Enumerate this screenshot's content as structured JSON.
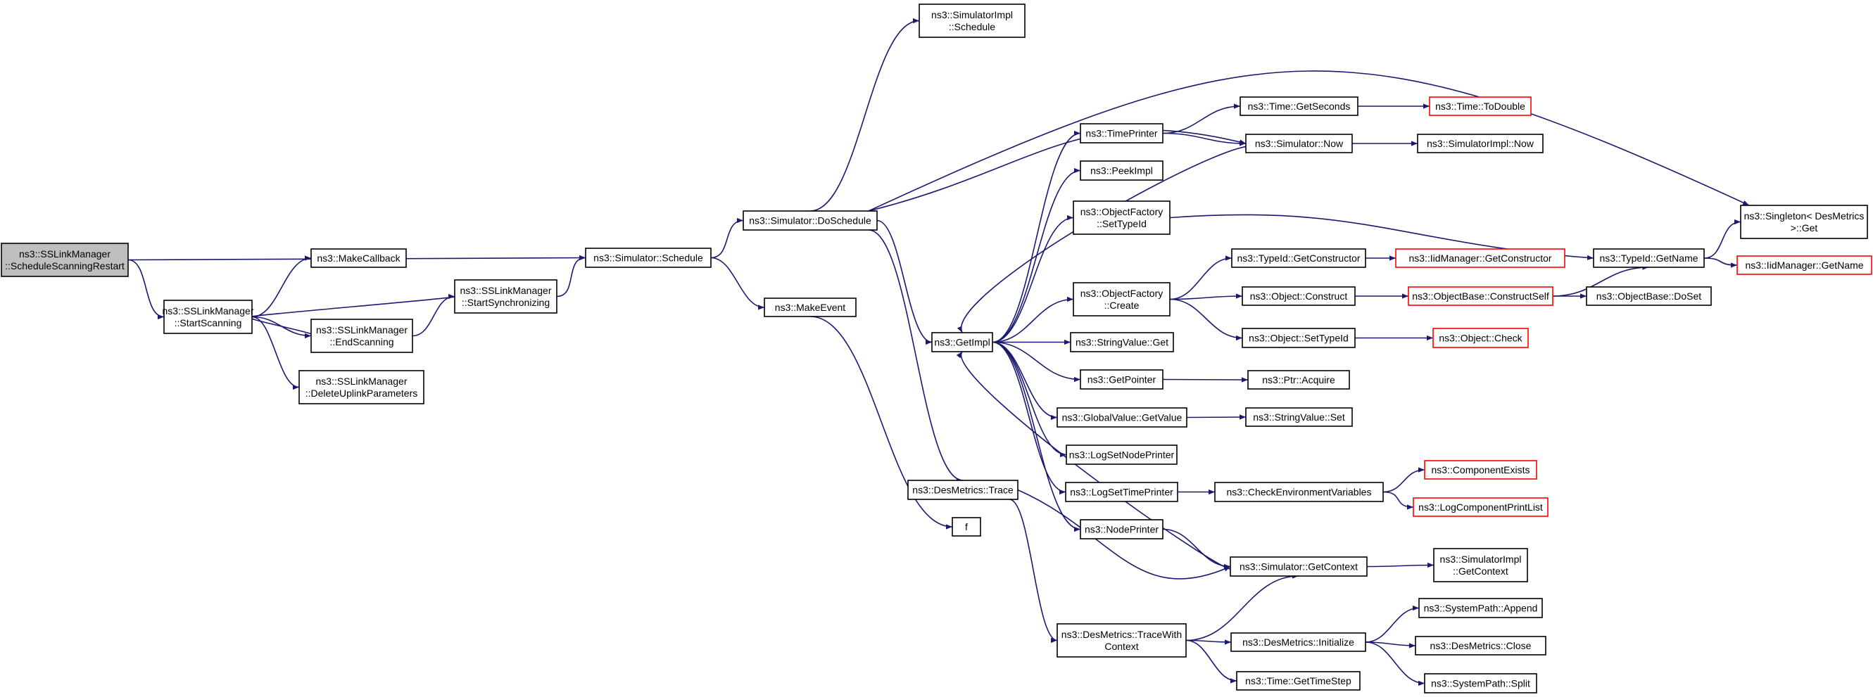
{
  "colors": {
    "edge": "#191970",
    "node_border": "#000000",
    "missing_border": "#ff0000",
    "root_fill": "#bfbfbf",
    "background": "#ffffff"
  },
  "nodes": [
    {
      "id": "schedule_scanning_restart",
      "lines": [
        "ns3::SSLinkManager",
        "::ScheduleScanningRestart"
      ],
      "style": "root"
    },
    {
      "id": "start_scanning",
      "lines": [
        "ns3::SSLinkManager",
        "::StartScanning"
      ],
      "style": "normal"
    },
    {
      "id": "make_callback",
      "lines": [
        "ns3::MakeCallback"
      ],
      "style": "normal"
    },
    {
      "id": "end_scanning",
      "lines": [
        "ns3::SSLinkManager",
        "::EndScanning"
      ],
      "style": "normal"
    },
    {
      "id": "delete_uplink",
      "lines": [
        "ns3::SSLinkManager",
        "::DeleteUplinkParameters"
      ],
      "style": "normal"
    },
    {
      "id": "start_sync",
      "lines": [
        "ns3::SSLinkManager",
        "::StartSynchronizing"
      ],
      "style": "normal"
    },
    {
      "id": "sim_schedule",
      "lines": [
        "ns3::Simulator::Schedule"
      ],
      "style": "normal"
    },
    {
      "id": "sim_doschedule",
      "lines": [
        "ns3::Simulator::DoSchedule"
      ],
      "style": "normal"
    },
    {
      "id": "make_event",
      "lines": [
        "ns3::MakeEvent"
      ],
      "style": "normal"
    },
    {
      "id": "simimpl_schedule",
      "lines": [
        "ns3::SimulatorImpl",
        "::Schedule"
      ],
      "style": "normal"
    },
    {
      "id": "get_impl",
      "lines": [
        "ns3::GetImpl"
      ],
      "style": "normal"
    },
    {
      "id": "des_trace",
      "lines": [
        "ns3::DesMetrics::Trace"
      ],
      "style": "normal"
    },
    {
      "id": "f",
      "lines": [
        "f"
      ],
      "style": "normal"
    },
    {
      "id": "time_printer",
      "lines": [
        "ns3::TimePrinter"
      ],
      "style": "normal"
    },
    {
      "id": "peek_impl",
      "lines": [
        "ns3::PeekImpl"
      ],
      "style": "normal"
    },
    {
      "id": "of_settypeid",
      "lines": [
        "ns3::ObjectFactory",
        "::SetTypeId"
      ],
      "style": "normal"
    },
    {
      "id": "of_create",
      "lines": [
        "ns3::ObjectFactory",
        "::Create"
      ],
      "style": "normal"
    },
    {
      "id": "sv_get",
      "lines": [
        "ns3::StringValue::Get"
      ],
      "style": "normal"
    },
    {
      "id": "get_pointer",
      "lines": [
        "ns3::GetPointer"
      ],
      "style": "normal"
    },
    {
      "id": "gv_getvalue",
      "lines": [
        "ns3::GlobalValue::GetValue"
      ],
      "style": "normal"
    },
    {
      "id": "log_node_printer",
      "lines": [
        "ns3::LogSetNodePrinter"
      ],
      "style": "normal"
    },
    {
      "id": "log_time_printer",
      "lines": [
        "ns3::LogSetTimePrinter"
      ],
      "style": "normal"
    },
    {
      "id": "node_printer",
      "lines": [
        "ns3::NodePrinter"
      ],
      "style": "normal"
    },
    {
      "id": "des_tracewith",
      "lines": [
        "ns3::DesMetrics::TraceWith",
        "Context"
      ],
      "style": "normal"
    },
    {
      "id": "time_getseconds",
      "lines": [
        "ns3::Time::GetSeconds"
      ],
      "style": "normal"
    },
    {
      "id": "sim_now",
      "lines": [
        "ns3::Simulator::Now"
      ],
      "style": "normal"
    },
    {
      "id": "typeid_getctor",
      "lines": [
        "ns3::TypeId::GetConstructor"
      ],
      "style": "normal"
    },
    {
      "id": "obj_construct",
      "lines": [
        "ns3::Object::Construct"
      ],
      "style": "normal"
    },
    {
      "id": "obj_settypeid",
      "lines": [
        "ns3::Object::SetTypeId"
      ],
      "style": "normal"
    },
    {
      "id": "ptr_acquire",
      "lines": [
        "ns3::Ptr::Acquire"
      ],
      "style": "normal"
    },
    {
      "id": "sv_set",
      "lines": [
        "ns3::StringValue::Set"
      ],
      "style": "normal"
    },
    {
      "id": "check_env",
      "lines": [
        "ns3::CheckEnvironmentVariables"
      ],
      "style": "normal"
    },
    {
      "id": "sim_getcontext",
      "lines": [
        "ns3::Simulator::GetContext"
      ],
      "style": "normal"
    },
    {
      "id": "des_initialize",
      "lines": [
        "ns3::DesMetrics::Initialize"
      ],
      "style": "normal"
    },
    {
      "id": "time_gettimestep",
      "lines": [
        "ns3::Time::GetTimeStep"
      ],
      "style": "normal"
    },
    {
      "id": "time_todouble",
      "lines": [
        "ns3::Time::ToDouble"
      ],
      "style": "missing"
    },
    {
      "id": "simimpl_now",
      "lines": [
        "ns3::SimulatorImpl::Now"
      ],
      "style": "normal"
    },
    {
      "id": "iid_getctor",
      "lines": [
        "ns3::IidManager::GetConstructor"
      ],
      "style": "missing"
    },
    {
      "id": "objbase_constructself",
      "lines": [
        "ns3::ObjectBase::ConstructSelf"
      ],
      "style": "missing"
    },
    {
      "id": "obj_check",
      "lines": [
        "ns3::Object::Check"
      ],
      "style": "missing"
    },
    {
      "id": "component_exists",
      "lines": [
        "ns3::ComponentExists"
      ],
      "style": "missing"
    },
    {
      "id": "log_component_printlist",
      "lines": [
        "ns3::LogComponentPrintList"
      ],
      "style": "missing"
    },
    {
      "id": "simimpl_getcontext",
      "lines": [
        "ns3::SimulatorImpl",
        "::GetContext"
      ],
      "style": "normal"
    },
    {
      "id": "sp_append",
      "lines": [
        "ns3::SystemPath::Append"
      ],
      "style": "normal"
    },
    {
      "id": "des_close",
      "lines": [
        "ns3::DesMetrics::Close"
      ],
      "style": "normal"
    },
    {
      "id": "sp_split",
      "lines": [
        "ns3::SystemPath::Split"
      ],
      "style": "normal"
    },
    {
      "id": "singleton_get",
      "lines": [
        "ns3::Singleton< DesMetrics",
        " >::Get"
      ],
      "style": "normal"
    },
    {
      "id": "typeid_getname",
      "lines": [
        "ns3::TypeId::GetName"
      ],
      "style": "normal"
    },
    {
      "id": "objbase_doset",
      "lines": [
        "ns3::ObjectBase::DoSet"
      ],
      "style": "normal"
    },
    {
      "id": "iid_getname",
      "lines": [
        "ns3::IidManager::GetName"
      ],
      "style": "missing"
    }
  ],
  "edges": [
    [
      "schedule_scanning_restart",
      "start_scanning"
    ],
    [
      "schedule_scanning_restart",
      "sim_schedule"
    ],
    [
      "start_scanning",
      "make_callback"
    ],
    [
      "start_scanning",
      "end_scanning"
    ],
    [
      "start_scanning",
      "delete_uplink"
    ],
    [
      "end_scanning",
      "start_sync"
    ],
    [
      "end_scanning",
      "start_scanning"
    ],
    [
      "start_sync",
      "start_scanning"
    ],
    [
      "start_sync",
      "sim_schedule"
    ],
    [
      "sim_schedule",
      "sim_doschedule"
    ],
    [
      "sim_schedule",
      "make_event"
    ],
    [
      "make_event",
      "f"
    ],
    [
      "sim_doschedule",
      "simimpl_schedule"
    ],
    [
      "sim_doschedule",
      "singleton_get"
    ],
    [
      "sim_doschedule",
      "sim_now"
    ],
    [
      "sim_doschedule",
      "get_impl"
    ],
    [
      "sim_doschedule",
      "des_trace"
    ],
    [
      "get_impl",
      "time_printer"
    ],
    [
      "get_impl",
      "peek_impl"
    ],
    [
      "get_impl",
      "of_settypeid"
    ],
    [
      "get_impl",
      "of_create"
    ],
    [
      "get_impl",
      "sv_get"
    ],
    [
      "get_impl",
      "get_pointer"
    ],
    [
      "get_impl",
      "gv_getvalue"
    ],
    [
      "get_impl",
      "log_node_printer"
    ],
    [
      "get_impl",
      "log_time_printer"
    ],
    [
      "get_impl",
      "node_printer"
    ],
    [
      "des_trace",
      "des_tracewith"
    ],
    [
      "des_trace",
      "sim_getcontext"
    ],
    [
      "time_printer",
      "time_getseconds"
    ],
    [
      "time_printer",
      "sim_now"
    ],
    [
      "time_getseconds",
      "time_todouble"
    ],
    [
      "sim_now",
      "simimpl_now"
    ],
    [
      "sim_now",
      "get_impl"
    ],
    [
      "of_settypeid",
      "typeid_getname"
    ],
    [
      "of_create",
      "typeid_getctor"
    ],
    [
      "of_create",
      "obj_construct"
    ],
    [
      "of_create",
      "obj_settypeid"
    ],
    [
      "typeid_getctor",
      "iid_getctor"
    ],
    [
      "obj_construct",
      "objbase_constructself"
    ],
    [
      "objbase_constructself",
      "typeid_getname"
    ],
    [
      "objbase_constructself",
      "objbase_doset"
    ],
    [
      "obj_settypeid",
      "obj_check"
    ],
    [
      "get_pointer",
      "ptr_acquire"
    ],
    [
      "gv_getvalue",
      "sv_set"
    ],
    [
      "log_time_printer",
      "check_env"
    ],
    [
      "check_env",
      "component_exists"
    ],
    [
      "check_env",
      "log_component_printlist"
    ],
    [
      "node_printer",
      "sim_getcontext"
    ],
    [
      "sim_getcontext",
      "simimpl_getcontext"
    ],
    [
      "sim_getcontext",
      "get_impl"
    ],
    [
      "des_tracewith",
      "sim_getcontext"
    ],
    [
      "des_tracewith",
      "des_initialize"
    ],
    [
      "des_tracewith",
      "time_gettimestep"
    ],
    [
      "des_initialize",
      "sp_append"
    ],
    [
      "des_initialize",
      "des_close"
    ],
    [
      "des_initialize",
      "sp_split"
    ],
    [
      "typeid_getname",
      "singleton_get"
    ],
    [
      "typeid_getname",
      "iid_getname"
    ]
  ]
}
